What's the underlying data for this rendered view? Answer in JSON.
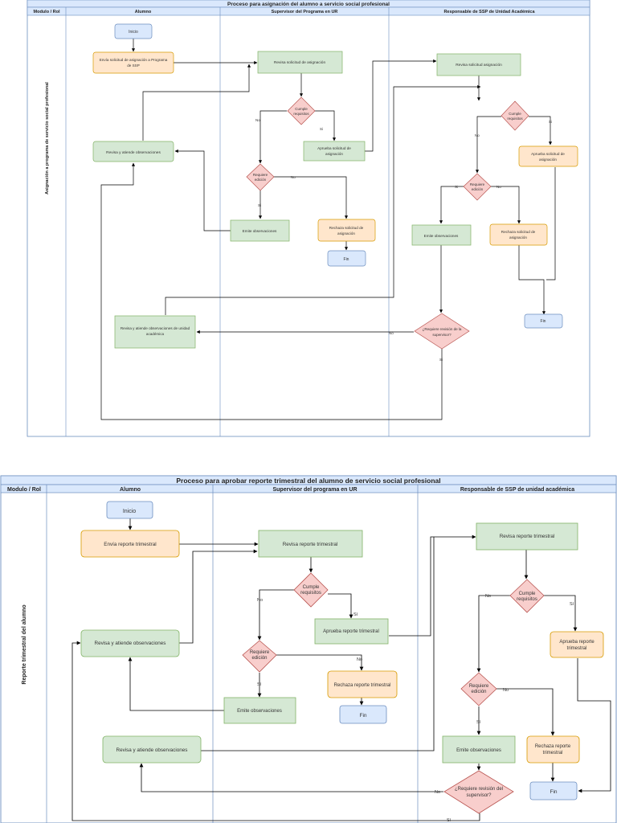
{
  "colors": {
    "header_fill": "#dae8fc",
    "header_stroke": "#6c8ebf",
    "start_end_fill": "#dae8fc",
    "start_end_stroke": "#6c8ebf",
    "student_fill": "#ffe6cc",
    "student_stroke": "#d79b00",
    "process_fill": "#d5e8d4",
    "process_stroke": "#82b366",
    "decision_fill": "#f8cecc",
    "decision_stroke": "#b85450",
    "lane_stroke": "#6c8ebf",
    "arrow": "#000000"
  },
  "diagram1": {
    "title": "Proceso para asignación del alumno a servicio social profesional",
    "col_role": "Modulo / Rol",
    "col_alumno": "Alumno",
    "col_supervisor": "Supervisor del Programa en UR",
    "col_responsable": "Responsable de SSP de Unidad Académica",
    "row_label": "Asignación a programa de servicio social profesional",
    "inicio": "Inicio",
    "envia_l1": "Envía solicitud de asignación a Programa",
    "envia_l2": "de SSP",
    "revisa_sup": "Revisa solicitud de asignación",
    "cumple_l1": "Cumple",
    "cumple_l2": "requisitos",
    "aprueba_sup_l1": "Aprueba solicitud de",
    "aprueba_sup_l2": "asignación",
    "requiere_l1": "Requiere",
    "requiere_l2": "edición",
    "emite_sup": "Emite observaciones",
    "rechaza_sup_l1": "Rechaza solicitud de",
    "rechaza_sup_l2": "asignación",
    "fin": "Fin",
    "revisa_alumno": "Revisa y atiende observaciones",
    "revisa_ua_l1": "Revisa y atiende observaciones de unidad",
    "revisa_ua_l2": "académica",
    "revisa_resp": "Revisa solicitud asignación",
    "cumple_resp_l1": "Cumple",
    "cumple_resp_l2": "requisitos",
    "aprueba_resp_l1": "Aprueba solicitud de",
    "aprueba_resp_l2": "asignación",
    "requiere_resp_l1": "Requiere",
    "requiere_resp_l2": "edición",
    "emite_resp": "Emite observaciones",
    "rechaza_resp_l1": "Rechaza solicitud de",
    "rechaza_resp_l2": "asignación",
    "revision_l1": "¿Requiere revisión de la",
    "revision_l2": "supervisor?",
    "no": "No",
    "si": "Si"
  },
  "diagram2": {
    "title": "Proceso para aprobar reporte trimestral del alumno de servicio social profesional",
    "col_role": "Modulo / Rol",
    "col_alumno": "Alumno",
    "col_supervisor": "Supervisor del programa en UR",
    "col_responsable": "Responsable de SSP de unidad  académica",
    "row_label": "Reporte trimestral del alumno",
    "inicio": "Inicio",
    "envia": "Envía reporte trimestral",
    "revisa_sup": "Revisa reporte trimestral",
    "cumple_l1": "Cumple",
    "cumple_l2": "requisitos",
    "aprueba_sup": "Aprueba reporte trimestral",
    "requiere_l1": "Requiere",
    "requiere_l2": "edición",
    "rechaza_sup": "Rechaza reporte trimestral",
    "emite_sup": "Emite observaciones",
    "fin": "Fin",
    "revisa_alumno": "Revisa y atiende observaciones",
    "revisa_alumno2": "Revisa y atiende observaciones",
    "revisa_resp": "Revisa reporte trimestral",
    "cumple_resp_l1": "Cumple",
    "cumple_resp_l2": "requisitos",
    "aprueba_resp_l1": "Aprueba reporte",
    "aprueba_resp_l2": "trimestral",
    "requiere_resp_l1": "Requiere",
    "requiere_resp_l2": "edición",
    "emite_resp": "Emite observaciones",
    "rechaza_resp_l1": "Rechaza reporte",
    "rechaza_resp_l2": "trimestral",
    "revision_l1": "¿Requiere revisión del",
    "revision_l2": "supervisor?",
    "fin_resp": "Fin",
    "no": "No",
    "si": "Sí"
  }
}
